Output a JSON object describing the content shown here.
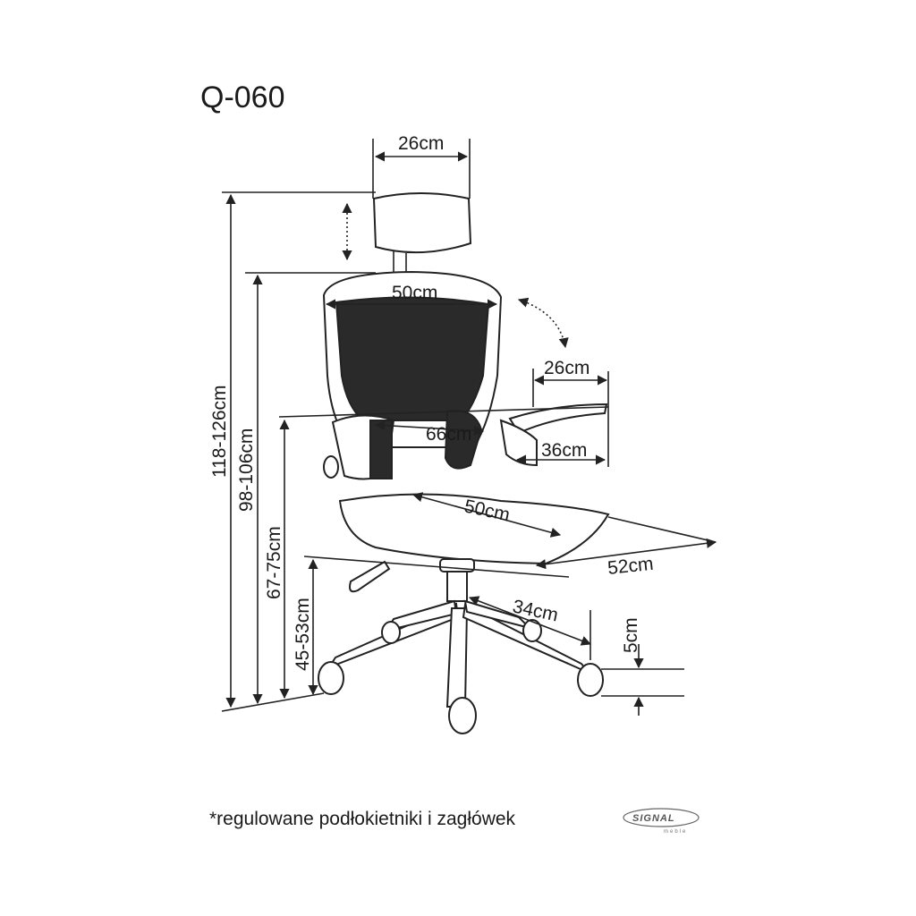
{
  "product": {
    "model": "Q-060",
    "note": "*regulowane podłokietniki i zagłówek"
  },
  "dimensions": {
    "headrest_width": "26cm",
    "back_width": "50cm",
    "armrest_length": "26cm",
    "arm_span": "66cm",
    "armrest_height": "36cm",
    "seat_width": "50cm",
    "seat_depth": "52cm",
    "base_radius": "34cm",
    "wheel_height": "5cm",
    "total_height": "118-126cm",
    "back_top_height": "98-106cm",
    "armrest_floor_height": "67-75cm",
    "seat_height": "45-53cm"
  },
  "brand": {
    "name": "SIGNAL",
    "sub": "meble"
  },
  "colors": {
    "ink": "#222222",
    "mesh": "#2a2a2a"
  }
}
